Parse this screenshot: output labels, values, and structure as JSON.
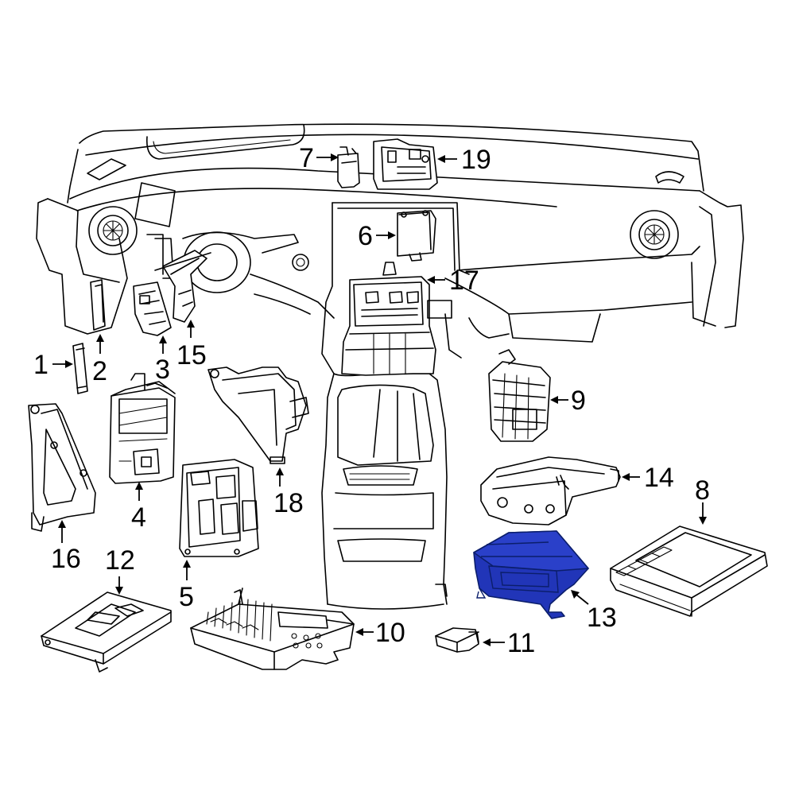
{
  "diagram": {
    "highlight_color": "#2135b8",
    "line_color": "#000000",
    "background": "#ffffff",
    "callouts": [
      {
        "id": "c1",
        "label": "1"
      },
      {
        "id": "c2",
        "label": "2"
      },
      {
        "id": "c3",
        "label": "3"
      },
      {
        "id": "c4",
        "label": "4"
      },
      {
        "id": "c5",
        "label": "5"
      },
      {
        "id": "c6",
        "label": "6"
      },
      {
        "id": "c7",
        "label": "7"
      },
      {
        "id": "c8",
        "label": "8"
      },
      {
        "id": "c9",
        "label": "9"
      },
      {
        "id": "c10",
        "label": "10"
      },
      {
        "id": "c11",
        "label": "11"
      },
      {
        "id": "c12",
        "label": "12"
      },
      {
        "id": "c13",
        "label": "13"
      },
      {
        "id": "c14",
        "label": "14"
      },
      {
        "id": "c15",
        "label": "15"
      },
      {
        "id": "c16",
        "label": "16"
      },
      {
        "id": "c17",
        "label": "17"
      },
      {
        "id": "c18",
        "label": "18"
      },
      {
        "id": "c19",
        "label": "19"
      }
    ],
    "highlighted_part": "13"
  }
}
